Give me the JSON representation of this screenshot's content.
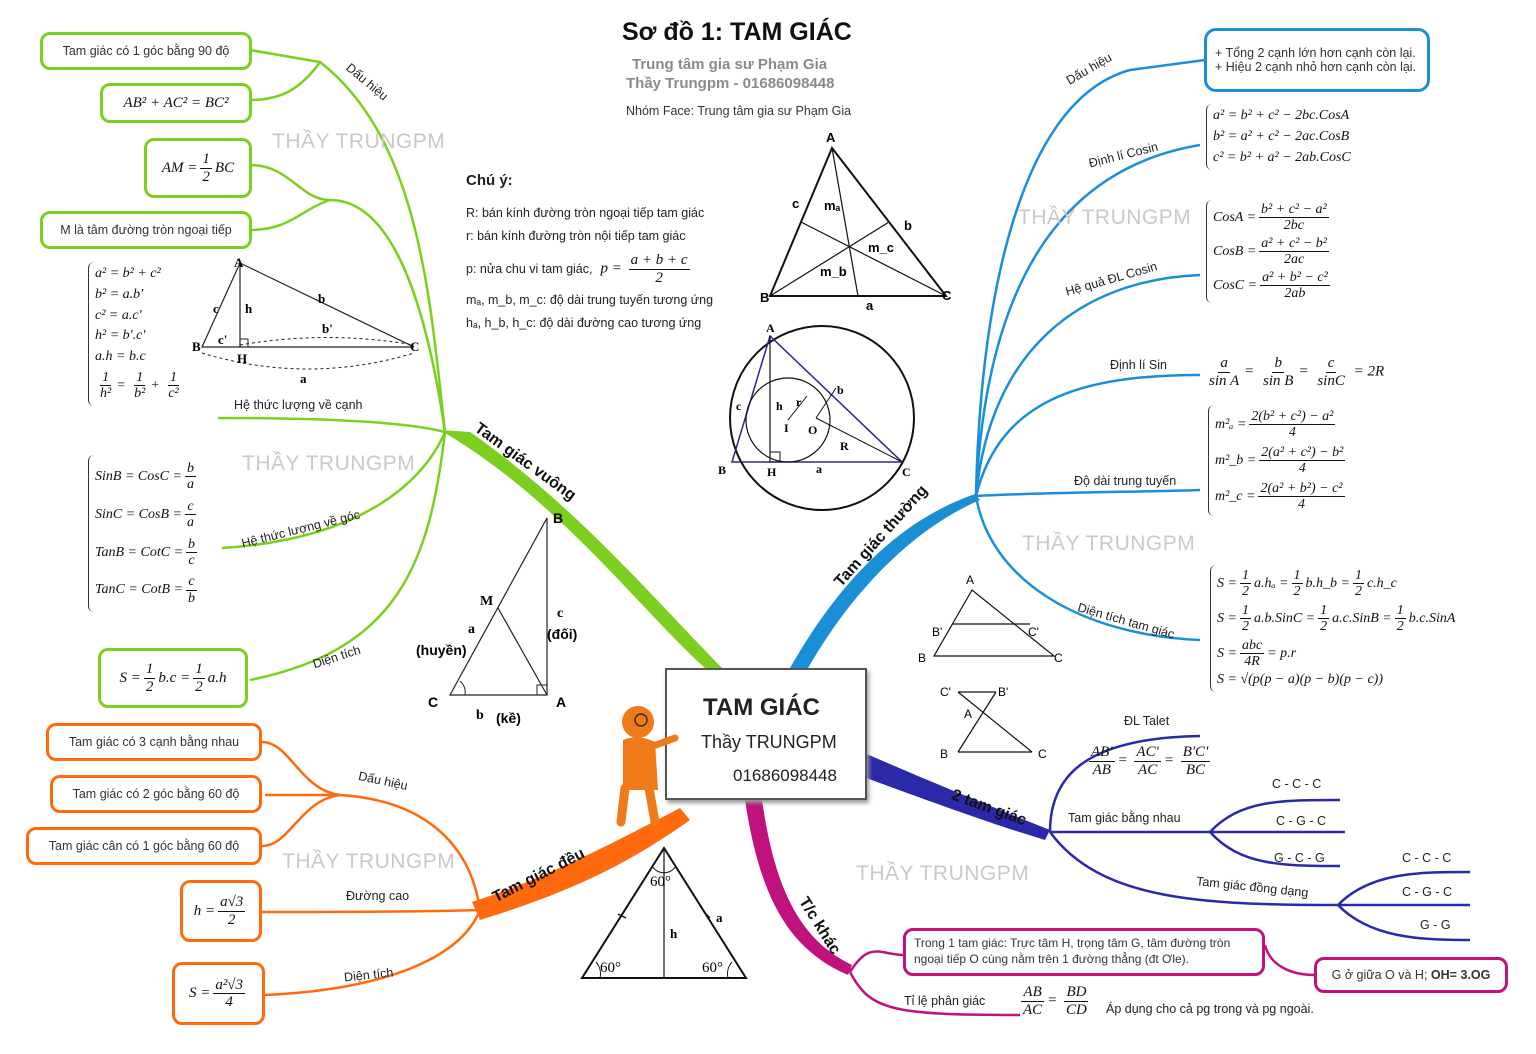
{
  "header": {
    "title": "Sơ đồ 1: TAM GIÁC",
    "center_name": "Trung tâm gia sư Phạm Gia",
    "teacher_phone": "Thầy Trungpm - 01686098448",
    "group": "Nhóm Face: Trung tâm gia sư Phạm Gia"
  },
  "center_node": {
    "title": "TAM GIÁC",
    "teacher": "Thầy TRUNGPM",
    "phone": "01686098448"
  },
  "watermark": "THẦY TRUNGPM",
  "notes": {
    "title": "Chú ý:",
    "lines": [
      "R: bán kính đường tròn ngoại tiếp tam giác",
      " r: bán kính đường tròn nội tiếp tam giác",
      "p: nửa chu vi tam giác,",
      "mₐ, m_b, m_c: độ dài trung tuyến tương ứng",
      "hₐ, h_b, h_c: độ dài đường cao tương ứng"
    ],
    "p_formula": {
      "lhs": "p =",
      "num": "a + b + c",
      "den": "2"
    }
  },
  "colors": {
    "green": "#7ccf1f",
    "orange": "#ff6a0e",
    "blue": "#1a8fd6",
    "navy": "#2a2aa8",
    "magenta": "#c0117f"
  },
  "right_triangle": {
    "branch": "Tam giác vuông",
    "sign_label": "Dấu hiệu",
    "sign_box1": "Tam giác có 1 góc bằng 90 độ",
    "sign_box2": "AB² + AC² = BC²",
    "median_box": "AM =",
    "median_frac": {
      "num": "1",
      "den": "2"
    },
    "median_tail": "BC",
    "circum_box": "M là tâm đường tròn ngoại tiếp",
    "edge_label": "Hệ thức lượng về cạnh",
    "edge_formulas": [
      "a² = b² + c²",
      "b² = a.b'",
      "c² = a.c'",
      "h² = b'.c'",
      "a.h = b.c"
    ],
    "edge_last": {
      "a": "1",
      "b": "h²",
      "c": "1",
      "d": "b²",
      "e": "1",
      "f": "c²"
    },
    "angle_label": "Hệ thức lượng về góc",
    "angle_formulas": [
      {
        "lhs": "SinB = CosC =",
        "num": "b",
        "den": "a"
      },
      {
        "lhs": "SinC = CosB =",
        "num": "c",
        "den": "a"
      },
      {
        "lhs": "TanB = CotC =",
        "num": "b",
        "den": "c"
      },
      {
        "lhs": "TanC = CotB =",
        "num": "c",
        "den": "b"
      }
    ],
    "area_label": "Diện tích",
    "area": {
      "lhs": "S =",
      "n1": "1",
      "d1": "2",
      "m1": "b.c =",
      "n2": "1",
      "d2": "2",
      "m2": "a.h"
    },
    "fig_labels": {
      "A": "A",
      "B": "B",
      "C": "C",
      "H": "H",
      "a": "a",
      "b": "b",
      "c": "c",
      "h": "h",
      "bp": "b'",
      "cp": "c'"
    },
    "fig2_labels": {
      "B": "B",
      "M": "M",
      "a": "a",
      "c": "c",
      "doi": "(đối)",
      "huyen": "(huyền)",
      "C": "C",
      "A": "A",
      "b": "b",
      "ke": "(kề)"
    }
  },
  "equilateral": {
    "branch": "Tam giác đều",
    "sign_label": "Dấu hiệu",
    "sign_boxes": [
      "Tam giác có 3 cạnh bằng nhau",
      "Tam giác có 2 góc bằng 60 độ",
      "Tam giác cân có 1 góc bằng 60 độ"
    ],
    "height_label": "Đường cao",
    "height": {
      "lhs": "h =",
      "num": "a√3",
      "den": "2"
    },
    "area_label": "Diện tích",
    "area": {
      "lhs": "S =",
      "num": "a²√3",
      "den": "4"
    },
    "fig_labels": {
      "top": "60°",
      "left": "60°",
      "right": "60°",
      "h": "h",
      "a": "a"
    }
  },
  "general": {
    "branch": "Tam giác thường",
    "sign_label": "Dấu hiệu",
    "sign_box": [
      "+ Tổng 2 cạnh lớn hơn cạnh còn lại.",
      "+ Hiệu 2 cạnh nhỏ hơn cạnh còn lại."
    ],
    "cos_label": "Định lí Cosin",
    "cos_formulas": [
      "a² = b² + c² − 2bc.CosA",
      "b² = a² + c² − 2ac.CosB",
      "c² = b² + a² − 2ab.CosC"
    ],
    "cos_cons_label": "Hệ quả ĐL Cosin",
    "cos_cons": [
      {
        "lhs": "CosA =",
        "num": "b² + c² − a²",
        "den": "2bc"
      },
      {
        "lhs": "CosB =",
        "num": "a² + c² − b²",
        "den": "2ac"
      },
      {
        "lhs": "CosC =",
        "num": "a² + b² − c²",
        "den": "2ab"
      }
    ],
    "sin_label": "Định lí Sin",
    "sin": {
      "n1": "a",
      "d1": "sin A",
      "n2": "b",
      "d2": "sin B",
      "n3": "c",
      "d3": "sinC",
      "tail": "= 2R"
    },
    "median_label": "Độ dài trung tuyến",
    "medians": [
      {
        "lhs": "m²ₐ =",
        "num": "2(b² + c²) − a²",
        "den": "4"
      },
      {
        "lhs": "m²_b =",
        "num": "2(a² + c²) − b²",
        "den": "4"
      },
      {
        "lhs": "m²_c =",
        "num": "2(a² + b²) − c²",
        "den": "4"
      }
    ],
    "area_label": "Diện tích tam giác",
    "area_lines": [
      "S = ½ a.hₐ = ½ b.h_b = ½ c.h_c",
      "S = ½ a.b.SinC = ½ a.c.SinB = ½ b.c.SinA",
      "S = abc / 4R = p.r",
      "S = √(p(p − a)(p − b)(p − c))"
    ],
    "area_render": [
      [
        {
          "t": "S ="
        },
        {
          "n": "1",
          "d": "2"
        },
        {
          "t": "a.hₐ ="
        },
        {
          "n": "1",
          "d": "2"
        },
        {
          "t": "b.h_b ="
        },
        {
          "n": "1",
          "d": "2"
        },
        {
          "t": "c.h_c"
        }
      ],
      [
        {
          "t": "S ="
        },
        {
          "n": "1",
          "d": "2"
        },
        {
          "t": "a.b.SinC ="
        },
        {
          "n": "1",
          "d": "2"
        },
        {
          "t": "a.c.SinB ="
        },
        {
          "n": "1",
          "d": "2"
        },
        {
          "t": "b.c.SinA"
        }
      ],
      [
        {
          "t": "S ="
        },
        {
          "n": "abc",
          "d": "4R"
        },
        {
          "t": "= p.r"
        }
      ],
      [
        {
          "t": "S = √(p(p − a)(p − b)(p − c))"
        }
      ]
    ],
    "fig_labels": {
      "A": "A",
      "B": "B",
      "C": "C",
      "a": "a",
      "b": "b",
      "c": "c",
      "ma": "mₐ",
      "mb": "m_b",
      "mc": "m_c"
    },
    "circle_labels": {
      "A": "A",
      "B": "B",
      "C": "C",
      "H": "H",
      "I": "I",
      "O": "O",
      "R": "R",
      "r": "r",
      "a": "a",
      "b": "b",
      "c": "c",
      "h": "h"
    }
  },
  "two_triangles": {
    "branch": "2 tam giác",
    "talet_label": "ĐL Talet",
    "talet": {
      "n1": "AB'",
      "d1": "AB",
      "n2": "AC'",
      "d2": "AC",
      "n3": "B'C'",
      "d3": "BC"
    },
    "equal_label": "Tam giác bằng nhau",
    "equal_cases": [
      "C - C - C",
      "C - G - C",
      "G - C - G"
    ],
    "similar_label": "Tam giác đồng dạng",
    "similar_cases": [
      "C - C - C",
      "C - G - C",
      "G - G"
    ],
    "fig1": {
      "A": "A",
      "Bp": "B'",
      "Cp": "C'",
      "B": "B",
      "C": "C"
    },
    "fig2": {
      "Cp": "C'",
      "Bp": "B'",
      "A": "A",
      "B": "B",
      "C": "C"
    }
  },
  "other": {
    "branch": "T/c khác",
    "euler_box": "Trong 1 tam giác: Trực tâm H, trọng tâm G, tâm đường tròn ngoại tiếp O cùng nằm trên 1 đường thẳng (đt Ơle).",
    "g_box_plain": "G ở giữa O và H;",
    "g_box_bold": "OH= 3.OG",
    "ratio_label": "Tỉ lệ phân giác",
    "ratio": {
      "n1": "AB",
      "d1": "AC",
      "n2": "BD",
      "d2": "CD"
    },
    "ratio_note": "Áp dụng cho cả pg trong và pg ngoài."
  }
}
